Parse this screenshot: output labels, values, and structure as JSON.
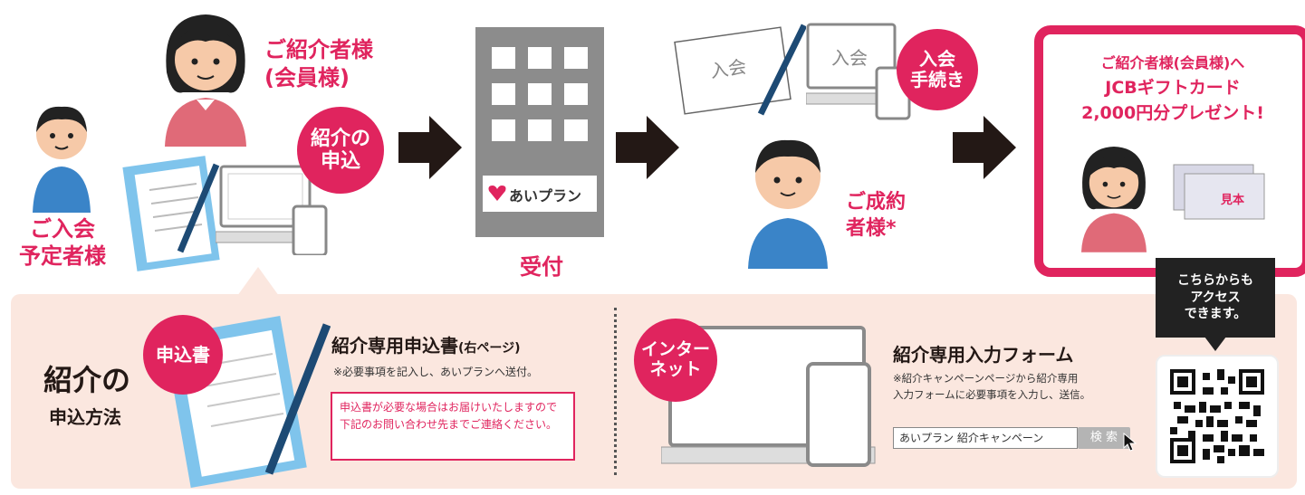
{
  "colors": {
    "accent": "#e0245e",
    "dark": "#231815",
    "panel": "#fbe7df"
  },
  "flow": {
    "prospect": {
      "label_line1": "ご入会",
      "label_line2": "予定者様"
    },
    "referrer": {
      "label_line1": "ご紹介者様",
      "label_line2": "(会員様)"
    },
    "apply_badge": {
      "line1": "紹介の",
      "line2": "申込"
    },
    "company_logo": "あいプラン",
    "reception": "受付",
    "join_forms": {
      "form1": "入会",
      "form2": "入会"
    },
    "join_badge": {
      "line1": "入会",
      "line2": "手続き"
    },
    "contracted": {
      "label_line1": "ご成約",
      "label_line2": "者様*"
    },
    "gift": {
      "line1": "ご紹介者様(会員様)へ",
      "line2": "JCBギフトカード",
      "line3": "2,000円分プレゼント!",
      "card_text": "見本"
    }
  },
  "method": {
    "title_line1": "紹介の",
    "title_line2": "申込方法",
    "paper_badge": "申込書",
    "paper_title": "紹介専用申込書",
    "paper_title_suffix": "(右ページ)",
    "paper_desc": "※必要事項を記入し、あいプランへ送付。",
    "paper_notice": "申込書が必要な場合はお届けいたしますので下記のお問い合わせ先までご連絡ください。",
    "net_badge_line1": "インター",
    "net_badge_line2": "ネット",
    "net_title": "紹介専用入力フォーム",
    "net_desc_line1": "※紹介キャンペーンページから紹介専用",
    "net_desc_line2": "入力フォームに必要事項を入力し、送信。",
    "search_value": "あいプラン 紹介キャンペーン",
    "search_button": "検 索",
    "qr_callout_line1": "こちらからも",
    "qr_callout_line2": "アクセス",
    "qr_callout_line3": "できます。"
  },
  "icons": [
    "person-icon",
    "pen-icon",
    "computer-icon",
    "smartphone-icon",
    "building-icon",
    "arrow-right-icon",
    "gift-card-icon",
    "qr-code-icon",
    "cursor-icon"
  ]
}
